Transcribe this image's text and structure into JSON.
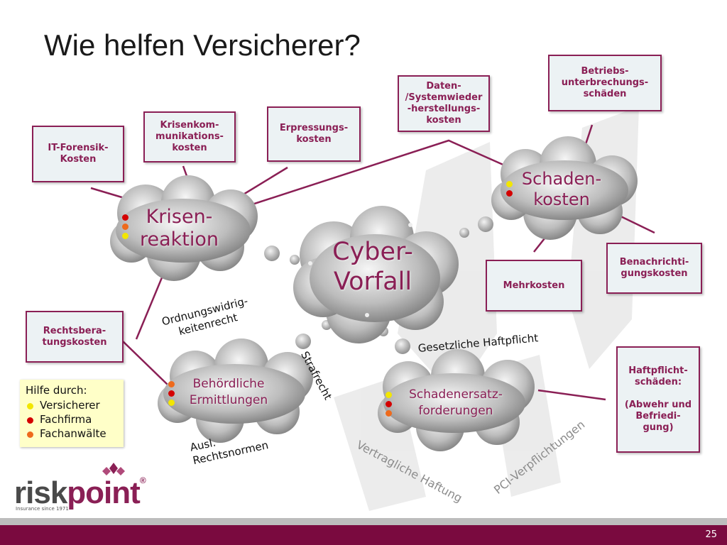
{
  "title": "Wie helfen Versicherer?",
  "colors": {
    "accent": "#8a1f55",
    "box_fill": "#ecf2f4",
    "yellow": "#f2e600",
    "red": "#d40000",
    "orange": "#ee6a1c",
    "footer": "#7a0a3f"
  },
  "clouds": {
    "center": "Cyber-\nVorfall",
    "krisen": "Krisen-\nreaktion",
    "schaden": "Schaden-\nkosten",
    "behoerde": "Behördliche\nErmittlungen",
    "schadenersatz": "Schadenersatz-\nforderungen"
  },
  "boxes": {
    "it_forensik": "IT-Forensik-\nKosten",
    "krisenkom": "Krisenkom-\nmunikations-\nkosten",
    "erpressung": "Erpressungs-\nkosten",
    "daten": "Daten-\n/Systemwieder\n-herstellungs-\nkosten",
    "betriebs": "Betriebs-\nunterbrechungs-\nschäden",
    "benachrichti": "Benachrichti-\ngungskosten",
    "mehrkosten": "Mehrkosten",
    "rechtsbera": "Rechtsbera-\ntungskosten",
    "haftpflicht": "Haftpflicht-\nschäden:\n\n(Abwehr und\nBefriedi-\ngung)"
  },
  "labels": {
    "ordnung": "Ordnungswidrig-\nkeitenrecht",
    "strafrecht": "Strafrecht",
    "ausl": "Ausl.\nRechtsnormen",
    "gesetzlich": "Gesetzliche Haftpflicht",
    "vertraglich": "Vertragliche Haftung",
    "pci": "PCI-Verpflichtungen"
  },
  "legend": {
    "title": "Hilfe durch:",
    "items": [
      "Versicherer",
      "Fachfirma",
      "Fachanwälte"
    ]
  },
  "logo": {
    "risk": "risk",
    "point": "point",
    "reg": "®",
    "tagline": "Insurance since 1971"
  },
  "page_number": "25"
}
